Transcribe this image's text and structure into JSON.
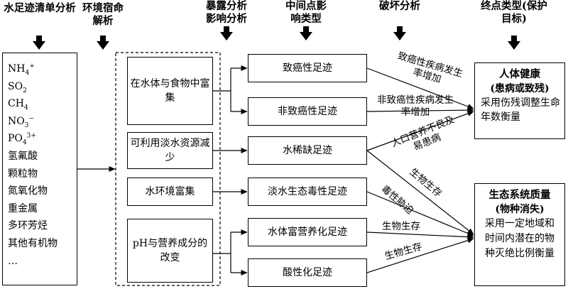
{
  "headers": {
    "inventory": "水足迹清单分析",
    "fate": "环境宿命解析",
    "exposure": "暴露分析影响分析",
    "midpoint": "中间点影响类型",
    "damage": "破坏分析",
    "endpoint": "终点类型(保护目标)"
  },
  "inventory_items": [
    {
      "base": "NH",
      "sub": "4",
      "sup": "+"
    },
    {
      "base": "SO",
      "sub": "2",
      "sup": ""
    },
    {
      "base": "CH",
      "sub": "4",
      "sup": ""
    },
    {
      "base": "NO",
      "sub": "3",
      "sup": "−"
    },
    {
      "base": "PO",
      "sub": "4",
      "sup": "3+"
    },
    {
      "base": "氢氟酸",
      "sub": "",
      "sup": ""
    },
    {
      "base": "颗粒物",
      "sub": "",
      "sup": ""
    },
    {
      "base": "氮氧化物",
      "sub": "",
      "sup": ""
    },
    {
      "base": "重金属",
      "sub": "",
      "sup": ""
    },
    {
      "base": "多环芳烃",
      "sub": "",
      "sup": ""
    },
    {
      "base": "其他有机物",
      "sub": "",
      "sup": ""
    },
    {
      "base": "…",
      "sub": "",
      "sup": ""
    }
  ],
  "exposure_boxes": {
    "enrich_food": "在水体与食物中富集",
    "freshwater_reduce": "可利用淡水资源减少",
    "water_enrich": "水环境富集",
    "ph_nutrient": "pH与营养成分的改变"
  },
  "midpoints": {
    "carcinogenic": "致癌性足迹",
    "noncarcinogenic": "非致癌性足迹",
    "scarcity": "水稀缺足迹",
    "ecotox": "淡水生态毒性足迹",
    "eutroph": "水体富营养化足迹",
    "acid": "酸性化足迹"
  },
  "damage_labels": {
    "carcinogenic": "致癌性疾病发生率增加",
    "noncarcinogenic": "非致癌性疾病发生率增加",
    "malnutrition": "人口营养不良及易患病",
    "toxic_stress": "毒性胁迫",
    "bio_survival_1": "生物生存",
    "bio_survival_2": "生物生存",
    "bio_survival_3": "生物生存"
  },
  "endpoints": {
    "human": {
      "title": "人体健康",
      "subtitle": "(患病或致残)",
      "desc": "采用伤残调整生命年数衡量"
    },
    "eco": {
      "title": "生态系统质量",
      "subtitle": "(物种消失)",
      "desc": "采用一定地域和时间内潜在的物种灭绝比例衡量"
    }
  }
}
